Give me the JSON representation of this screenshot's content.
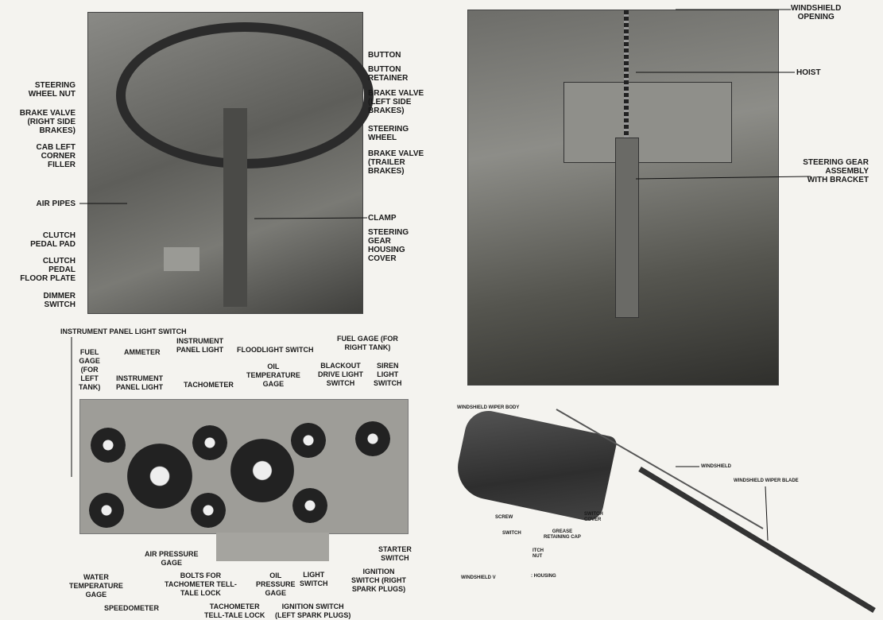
{
  "figure1": {
    "left_labels": [
      "STEERING\nWHEEL NUT",
      "BRAKE VALVE\n(RIGHT SIDE\nBRAKES)",
      "CAB LEFT\nCORNER\nFILLER",
      "AIR PIPES",
      "CLUTCH\nPEDAL PAD",
      "CLUTCH\nPEDAL\nFLOOR PLATE",
      "DIMMER\nSWITCH"
    ],
    "right_labels": [
      "BUTTON",
      "BUTTON\nRETAINER",
      "BRAKE VALVE\n(LEFT SIDE\nBRAKES)",
      "STEERING\nWHEEL",
      "BRAKE VALVE\n(TRAILER\nBRAKES)",
      "CLAMP",
      "STEERING\nGEAR\nHOUSING\nCOVER"
    ]
  },
  "figure2": {
    "labels": [
      "WINDSHIELD\nOPENING",
      "HOIST",
      "STEERING GEAR\nASSEMBLY\nWITH BRACKET"
    ]
  },
  "figure3": {
    "top_labels": [
      "INSTRUMENT PANEL LIGHT SWITCH",
      "FUEL\nGAGE\n(FOR\nLEFT\nTANK)",
      "AMMETER",
      "INSTRUMENT\nPANEL LIGHT",
      "INSTRUMENT\nPANEL LIGHT",
      "TACHOMETER",
      "FLOODLIGHT SWITCH",
      "OIL\nTEMPERATURE\nGAGE",
      "FUEL GAGE (FOR\nRIGHT TANK)",
      "BLACKOUT\nDRIVE LIGHT\nSWITCH",
      "SIREN\nLIGHT\nSWITCH"
    ],
    "bottom_labels": [
      "STARTER\nSWITCH",
      "AIR PRESSURE\nGAGE",
      "WATER\nTEMPERATURE\nGAGE",
      "BOLTS FOR\nTACHOMETER TELL-\nTALE LOCK",
      "OIL\nPRESSURE\nGAGE",
      "LIGHT\nSWITCH",
      "IGNITION\nSWITCH (RIGHT\nSPARK PLUGS)",
      "SPEEDOMETER",
      "TACHOMETER\nTELL-TALE LOCK",
      "IGNITION SWITCH\n(LEFT SPARK PLUGS)"
    ]
  },
  "figure4": {
    "labels": [
      "WINDSHIELD WIPER BODY",
      "WINDSHIELD",
      "WINDSHIELD WIPER BLADE",
      "SCREW",
      "SWITCH",
      "GREASE\nRETAINING CAP",
      "SWITCH\nCOVER",
      "ITCH\nNUT",
      "WINDSHIELD V",
      ": HOUSING"
    ]
  }
}
